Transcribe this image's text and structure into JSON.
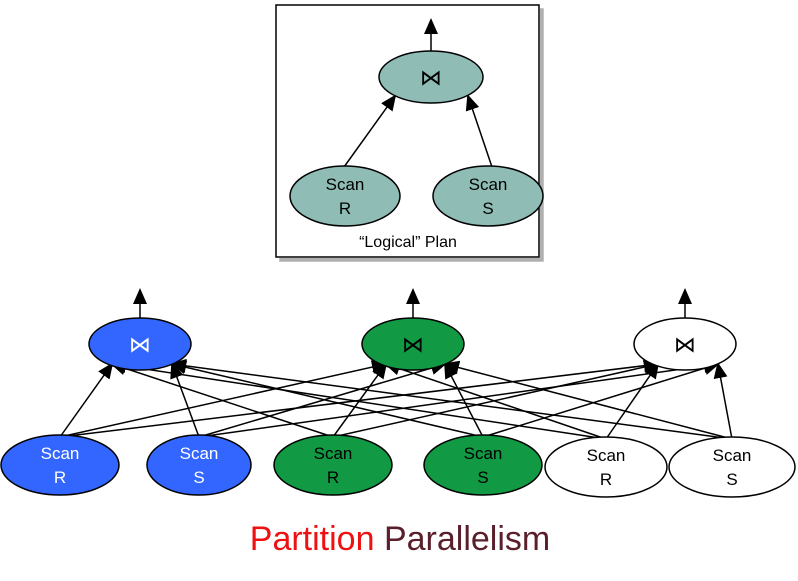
{
  "logical_plan": {
    "caption": "“Logical” Plan",
    "join_symbol": "⋈",
    "join_color": "#8fbcb4",
    "scan_r": {
      "line1": "Scan",
      "line2": "R"
    },
    "scan_s": {
      "line1": "Scan",
      "line2": "S"
    }
  },
  "partitions": [
    {
      "color": "#3366ff",
      "text_color": "#ffffff",
      "join_symbol": "⋈",
      "scan_r": {
        "line1": "Scan",
        "line2": "R"
      },
      "scan_s": {
        "line1": "Scan",
        "line2": "S"
      }
    },
    {
      "color": "#119944",
      "text_color": "#000000",
      "join_symbol": "⋈",
      "scan_r": {
        "line1": "Scan",
        "line2": "R"
      },
      "scan_s": {
        "line1": "Scan",
        "line2": "S"
      }
    },
    {
      "color": "#ffffff",
      "text_color": "#000000",
      "join_symbol": "⋈",
      "scan_r": {
        "line1": "Scan",
        "line2": "R"
      },
      "scan_s": {
        "line1": "Scan",
        "line2": "S"
      }
    }
  ],
  "title": {
    "word1": "Partition",
    "word2": "Parallelism",
    "color1": "#ee1111",
    "color2": "#5a1f2a"
  }
}
